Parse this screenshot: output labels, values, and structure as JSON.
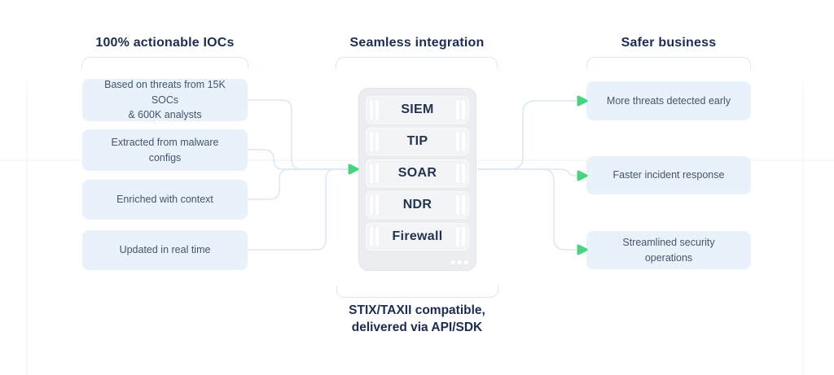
{
  "columns": {
    "left": {
      "title": "100% actionable IOCs",
      "items": [
        "Based on threats from 15K SOCs\n& 600K analysts",
        "Extracted from malware\nconfigs",
        "Enriched with context",
        "Updated in real time"
      ]
    },
    "middle": {
      "title": "Seamless integration",
      "stack": [
        "SIEM",
        "TIP",
        "SOAR",
        "NDR",
        "Firewall"
      ],
      "caption": "STIX/TAXII compatible,\ndelivered via API/SDK"
    },
    "right": {
      "title": "Safer business",
      "items": [
        "More threats detected early",
        "Faster incident response",
        "Streamlined security\noperations"
      ]
    }
  },
  "icons": {
    "flow_arrow": "triangle-right",
    "server_vents": "vertical-bars",
    "rack_ellipsis": "three-dots"
  },
  "colors": {
    "accent_green": "#48d37f",
    "connector_blue": "#dbe7f4",
    "box_fill": "#e9f2fb",
    "box_text": "#44546a",
    "heading_navy": "#1b2d50",
    "rack_shell": "#ebedf1",
    "rack_row": "#f3f4f7",
    "background": "#ffffff"
  }
}
